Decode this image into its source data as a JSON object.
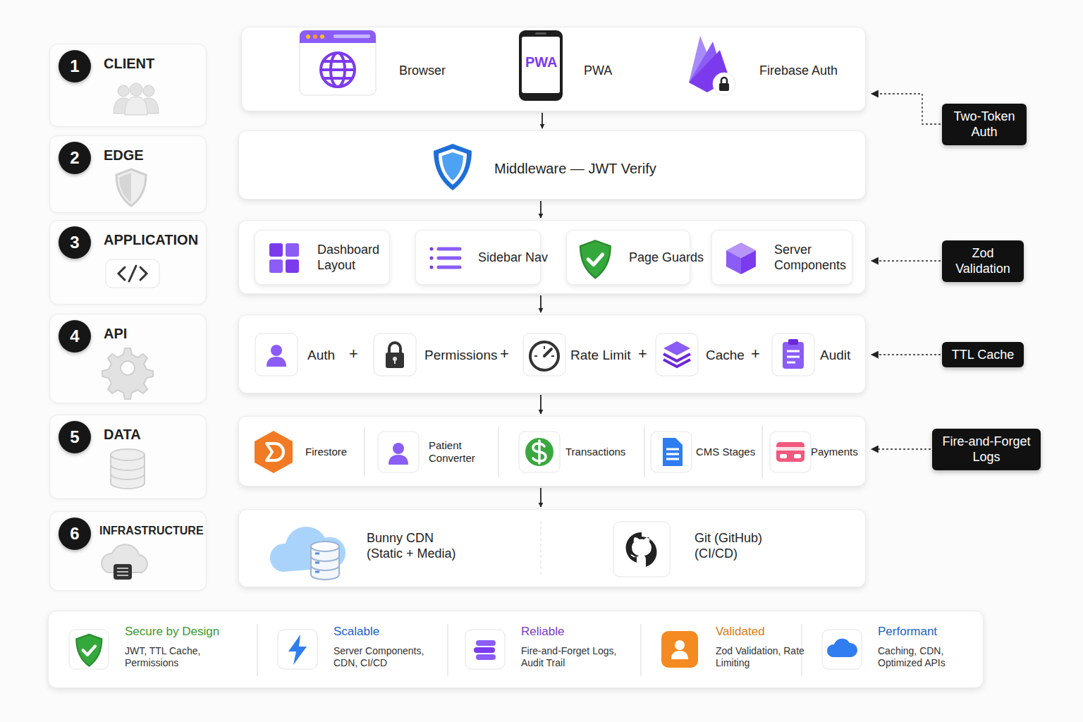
{
  "diagram": {
    "nodes": [
      {
        "text": [
          "CLIENT"
        ]
      },
      {
        "text": [
          "1"
        ],
        "in": 0
      },
      {
        "text": [
          "Browser",
          "PWA",
          "Firebase Auth"
        ]
      },
      {
        "text": [
          "Two-Token Auth"
        ]
      },
      {
        "text": [
          "EDGE"
        ]
      },
      {
        "text": [
          "2"
        ],
        "in": 4
      },
      {
        "text": [
          "Middleware — JWT Verify"
        ]
      },
      {
        "text": [
          "APPLICATION"
        ]
      },
      {
        "text": [
          "3"
        ],
        "in": 7
      },
      {
        "text": []
      },
      {
        "text": [
          "Dashboard Layout"
        ],
        "in": 9
      },
      {
        "text": [
          "Sidebar Nav"
        ],
        "in": 9
      },
      {
        "text": [
          "Page Guards"
        ],
        "in": 9
      },
      {
        "text": [
          "Server Components"
        ],
        "in": 9
      },
      {
        "text": [
          "Zod Validation"
        ]
      },
      {
        "text": [
          "API"
        ]
      },
      {
        "text": [
          "4"
        ],
        "in": 15
      },
      {
        "text": [
          "Auth",
          "+",
          "Permissions",
          "+",
          "Rate Limit",
          "+",
          "Cache",
          "+",
          "Audit"
        ]
      },
      {
        "text": [
          "TTL Cache"
        ]
      },
      {
        "text": [
          "DATA"
        ]
      },
      {
        "text": [
          "5"
        ],
        "in": 19
      },
      {
        "text": [
          "Firestore",
          "Patient Converter",
          "Transactions",
          "CMS Stages",
          "Payments"
        ]
      },
      {
        "text": [
          "Fire-and-Forget Logs"
        ]
      },
      {
        "text": [
          "INFRASTRUCTURE"
        ]
      },
      {
        "text": [
          "6"
        ],
        "in": 23
      },
      {
        "text": [
          "Bunny CDN (Static + Media)",
          "Git (GitHub) (CI/CD)"
        ]
      },
      {
        "text": []
      },
      {
        "text": [
          "Secure by Design",
          "JWT, TTL Cache, Permissions"
        ],
        "in": 26
      },
      {
        "text": [
          "Scalable",
          "Server Components, CDN, CI/CD"
        ],
        "in": 26
      },
      {
        "text": [
          "Reliable",
          "Fire-and-Forget Logs, Audit Trail"
        ],
        "in": 26
      },
      {
        "text": [
          "Validated",
          "Zod Validation, Rate Limiting"
        ],
        "in": 26
      },
      {
        "text": [
          "Performant",
          "Caching, CDN, Optimized APIs"
        ],
        "in": 26
      }
    ],
    "edges": [
      {
        "from": 2,
        "to": 6,
        "arrow": "to"
      },
      {
        "from": 6,
        "to": 9,
        "arrow": "to"
      },
      {
        "from": 9,
        "to": 17,
        "arrow": "to"
      },
      {
        "from": 17,
        "to": 21,
        "arrow": "to"
      },
      {
        "from": 21,
        "to": 25,
        "arrow": "to"
      },
      {
        "from": 3,
        "to": 2,
        "arrow": "to"
      },
      {
        "from": 14,
        "to": 9,
        "arrow": "to"
      },
      {
        "from": 18,
        "to": 17,
        "arrow": "to"
      },
      {
        "from": 22,
        "to": 21,
        "arrow": "to"
      }
    ],
    "labels": [
      "PWA"
    ]
  }
}
